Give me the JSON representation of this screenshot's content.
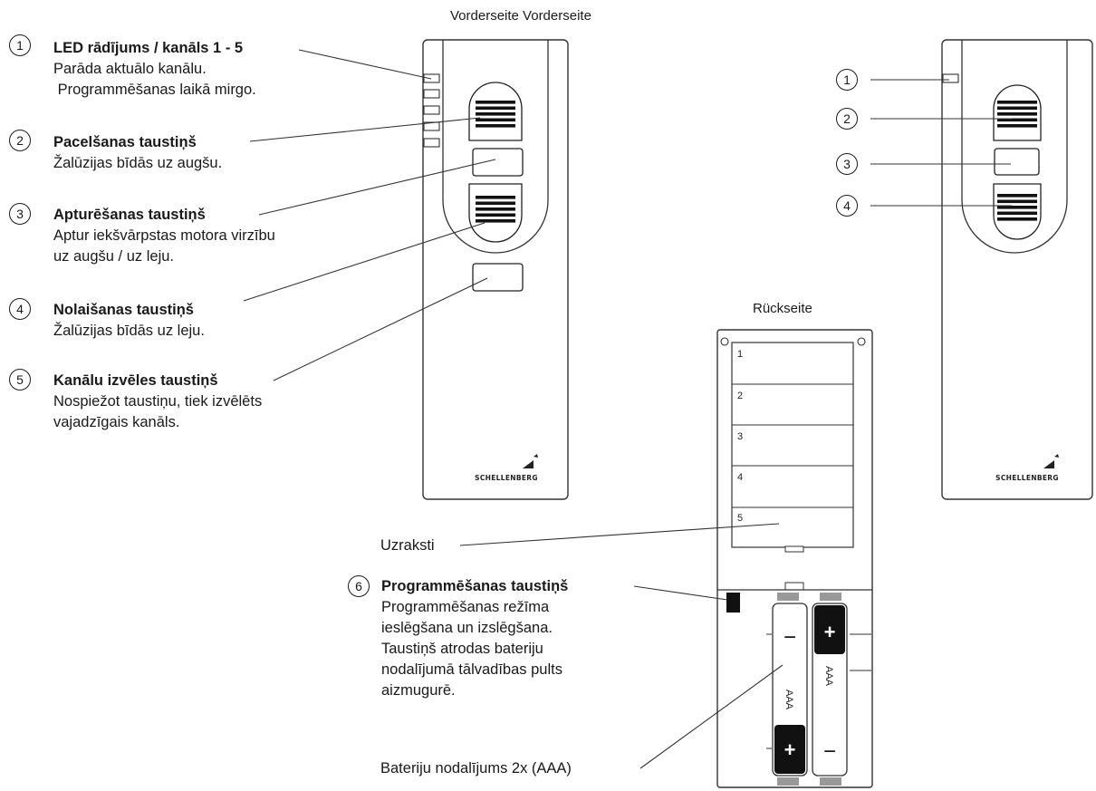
{
  "headers": {
    "front": "Vorderseite Vorderseite",
    "back": "Rückseite"
  },
  "callouts": [
    {
      "num": "1",
      "title": "LED rādījums / kanāls 1 - 5",
      "lines": [
        "Parāda aktuālo kanālu.",
        " Programmēšanas laikā mirgo."
      ]
    },
    {
      "num": "2",
      "title": "Pacelšanas taustiņš",
      "lines": [
        "Žalūzijas bīdās uz augšu."
      ]
    },
    {
      "num": "3",
      "title": "Apturēšanas taustiņš",
      "lines": [
        "Aptur iekšvārpstas motora virzību",
        "uz augšu / uz leju."
      ]
    },
    {
      "num": "4",
      "title": "Nolaišanas taustiņš",
      "lines": [
        "Žalūzijas bīdās uz leju."
      ]
    },
    {
      "num": "5",
      "title": "Kanālu izvēles taustiņš",
      "lines": [
        "Nospiežot taustiņu, tiek izvēlēts",
        "vajadzīgais kanāls."
      ]
    },
    {
      "num": "6",
      "title": "Programmēšanas taustiņš",
      "lines": [
        "Programmēšanas režīma",
        "ieslēgšana un izslēgšana.",
        "Taustiņš atrodas bateriju",
        "nodalījumā tālvadības pults",
        "aizmugurē."
      ]
    }
  ],
  "right_markers": [
    "1",
    "2",
    "3",
    "4"
  ],
  "labels": {
    "uzraksti": "Uzraksti",
    "battery": "Bateriju nodalījums 2x (AAA)"
  },
  "brand": "SCHELLENBERG",
  "slots": [
    "1",
    "2",
    "3",
    "4",
    "5"
  ],
  "battery_text": "AAA",
  "plus": "+",
  "minus": "−"
}
